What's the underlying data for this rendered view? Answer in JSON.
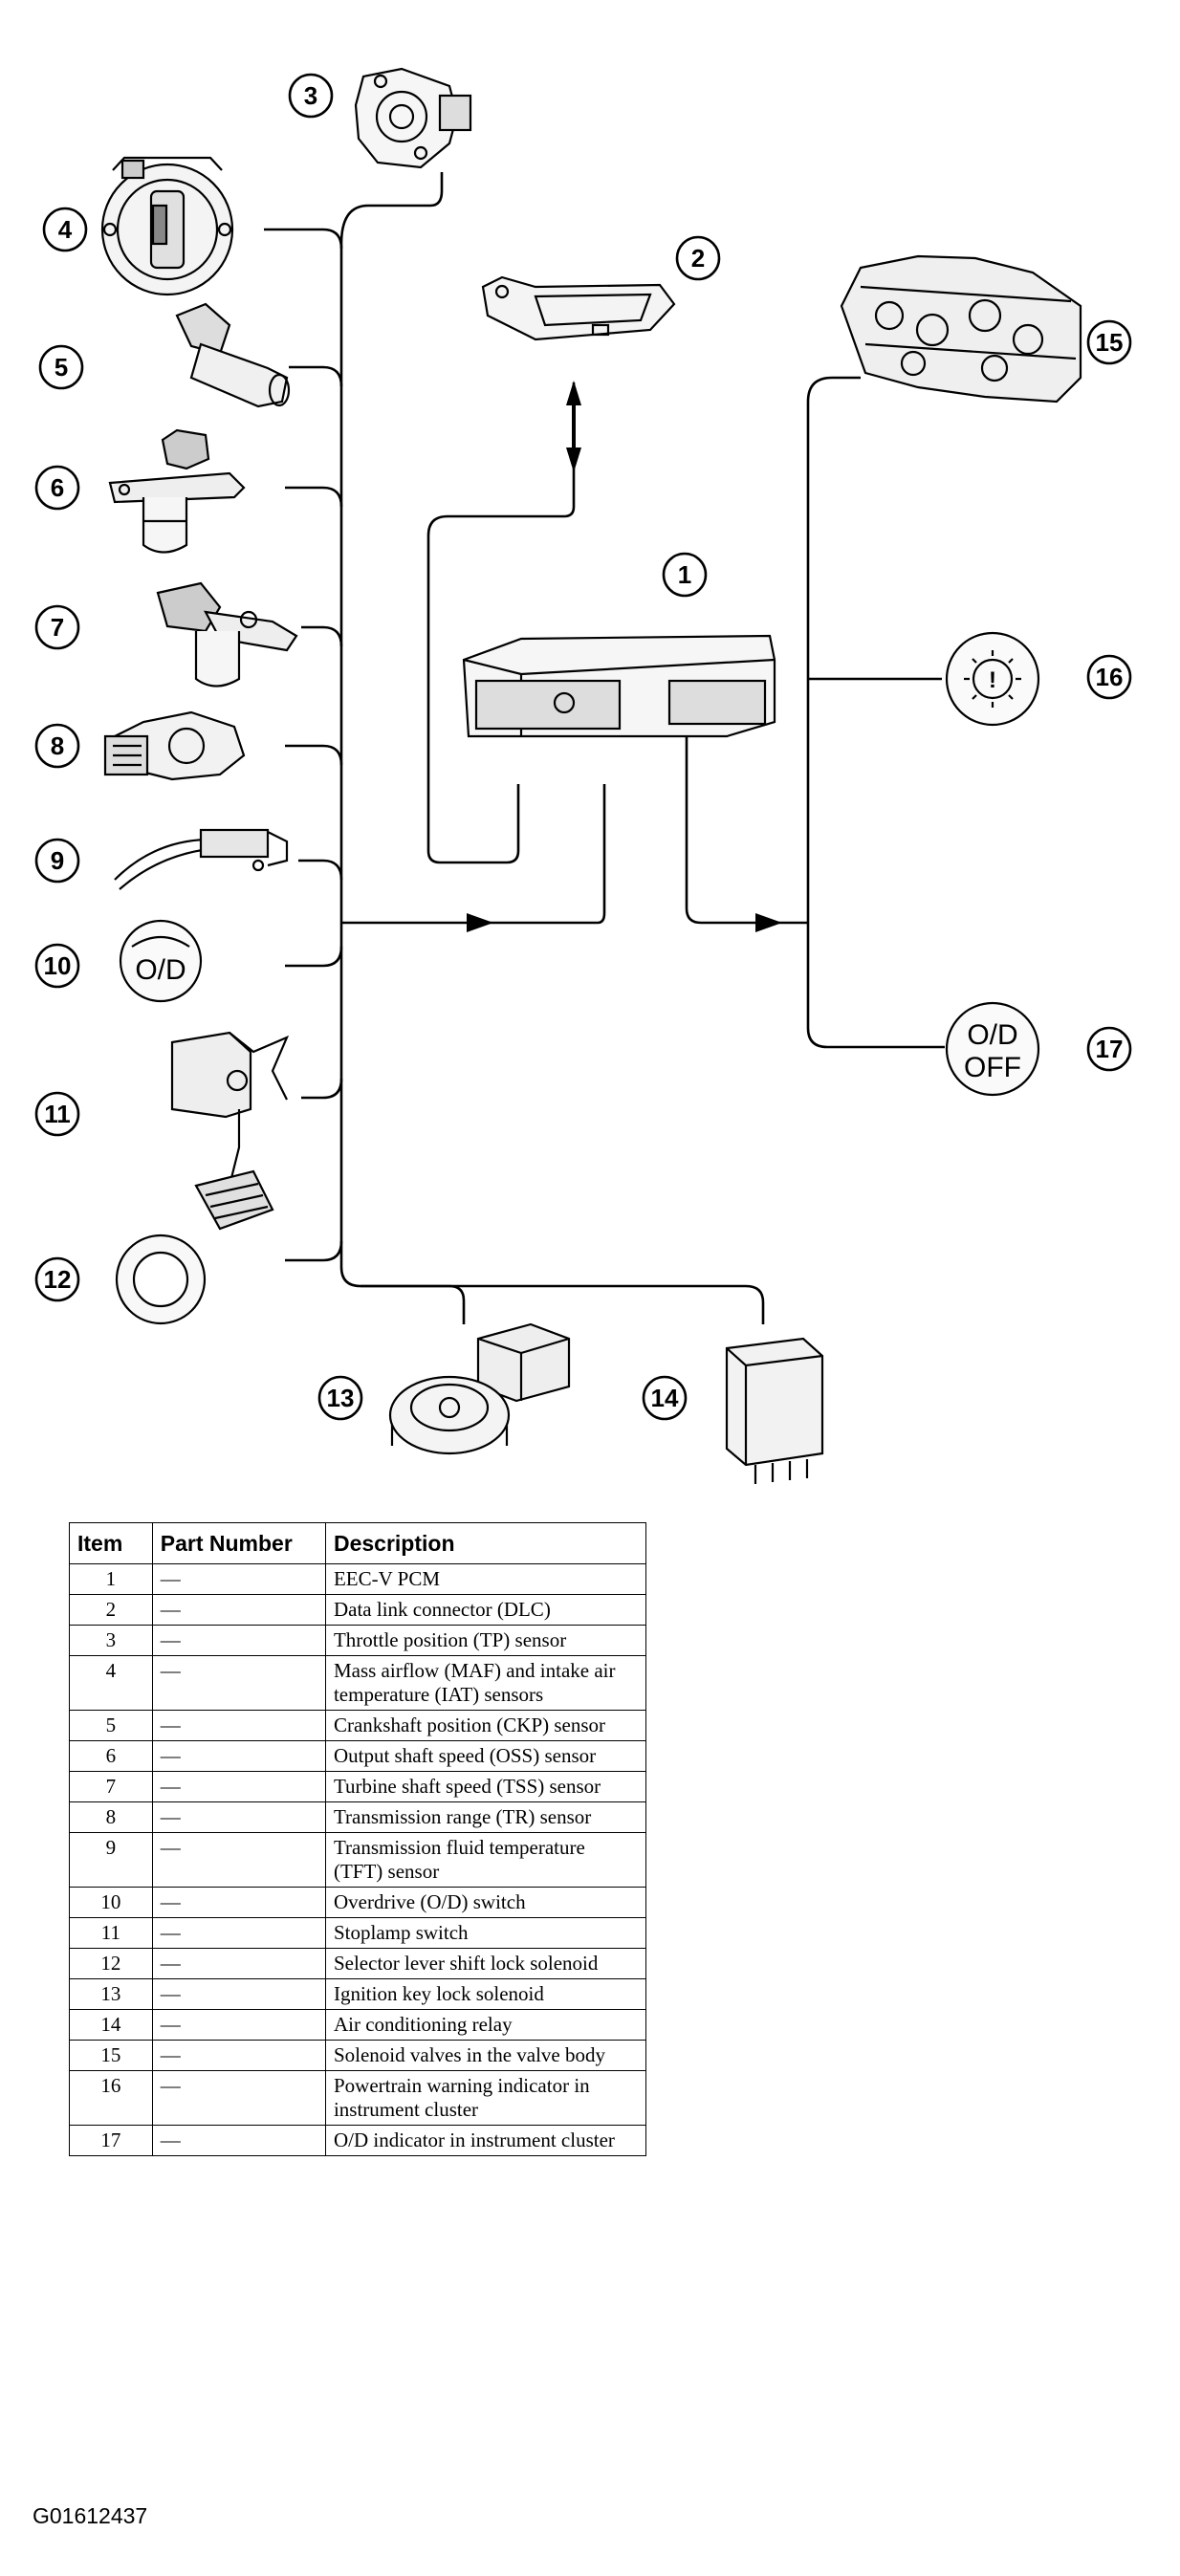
{
  "table": {
    "headers": [
      "Item",
      "Part Number",
      "Description"
    ],
    "rows": [
      {
        "item": "1",
        "part": "—",
        "desc": "EEC-V PCM"
      },
      {
        "item": "2",
        "part": "—",
        "desc": "Data link connector (DLC)"
      },
      {
        "item": "3",
        "part": "—",
        "desc": "Throttle position (TP) sensor"
      },
      {
        "item": "4",
        "part": "—",
        "desc": "Mass airflow (MAF) and intake air temperature (IAT) sensors"
      },
      {
        "item": "5",
        "part": "—",
        "desc": "Crankshaft position (CKP) sensor"
      },
      {
        "item": "6",
        "part": "—",
        "desc": "Output shaft speed (OSS) sensor"
      },
      {
        "item": "7",
        "part": "—",
        "desc": "Turbine shaft speed (TSS) sensor"
      },
      {
        "item": "8",
        "part": "—",
        "desc": "Transmission range (TR) sensor"
      },
      {
        "item": "9",
        "part": "—",
        "desc": "Transmission fluid temperature (TFT) sensor"
      },
      {
        "item": "10",
        "part": "—",
        "desc": "Overdrive (O/D) switch"
      },
      {
        "item": "11",
        "part": "—",
        "desc": "Stoplamp switch"
      },
      {
        "item": "12",
        "part": "—",
        "desc": "Selector lever shift lock solenoid"
      },
      {
        "item": "13",
        "part": "—",
        "desc": "Ignition key lock solenoid"
      },
      {
        "item": "14",
        "part": "—",
        "desc": "Air conditioning relay"
      },
      {
        "item": "15",
        "part": "—",
        "desc": "Solenoid valves in the valve body"
      },
      {
        "item": "16",
        "part": "—",
        "desc": "Powertrain warning indicator in instrument cluster"
      },
      {
        "item": "17",
        "part": "—",
        "desc": "O/D indicator in instrument cluster"
      }
    ]
  },
  "diagram": {
    "callouts": [
      "1",
      "2",
      "3",
      "4",
      "5",
      "6",
      "7",
      "8",
      "9",
      "10",
      "11",
      "12",
      "13",
      "14",
      "15",
      "16",
      "17"
    ],
    "od_switch_label": "O/D",
    "od_off_line1": "O/D",
    "od_off_line2": "OFF",
    "warning_symbol": "!"
  },
  "figure_id": "G01612437"
}
